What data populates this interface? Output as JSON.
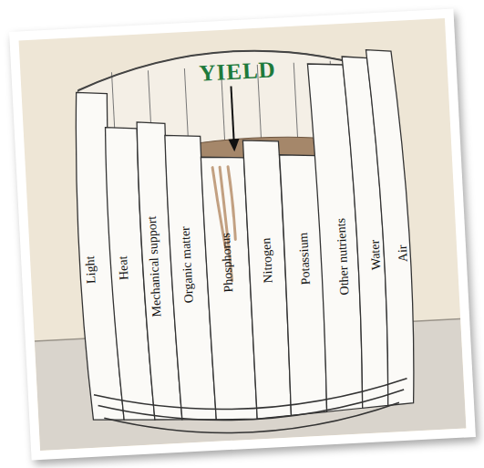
{
  "diagram": {
    "labels": [
      "YIELD",
      "Light",
      "Heat",
      "Mechanical support",
      "Organic matter",
      "Phosphorus",
      "Nitrogen",
      "Potassium",
      "Other nutrients",
      "Water",
      "Air"
    ]
  }
}
